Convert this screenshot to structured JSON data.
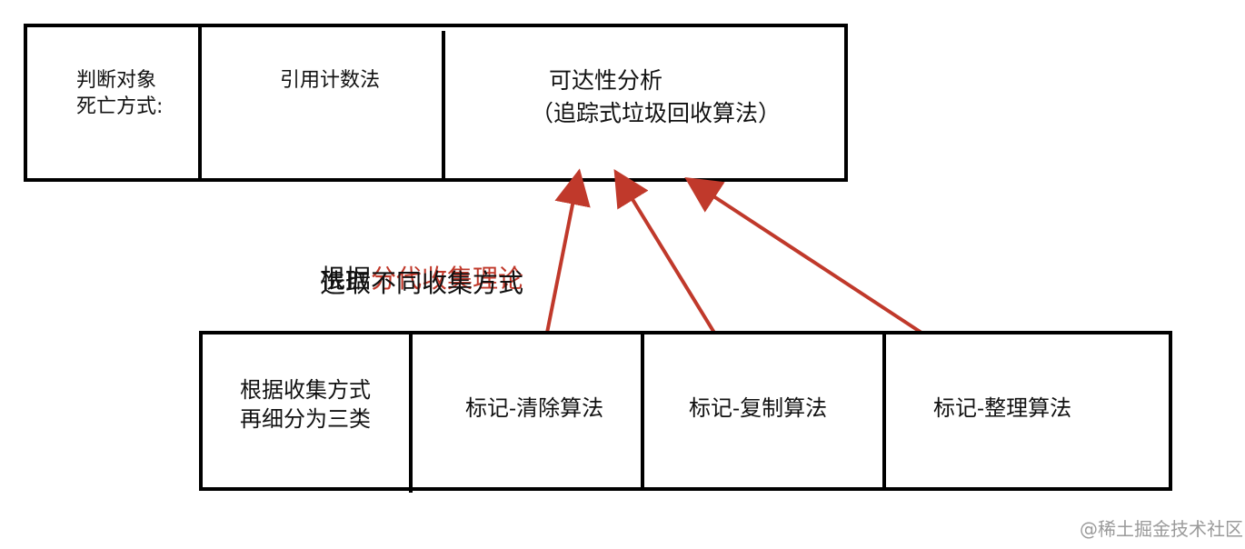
{
  "top_table": {
    "header_label": "判断对象\n死亡方式:",
    "col1_label": "引用计数法",
    "col2_label_line1": "可达性分析",
    "col2_label_line2": "（追踪式垃圾回收算法）"
  },
  "annotation": {
    "prefix": "根据",
    "highlight": "分代收集理论",
    "line2": "选取不同收集方式",
    "highlight_color": "#c0392b"
  },
  "bottom_table": {
    "header_label": "根据收集方式\n再细分为三类",
    "col1_label": "标记-清除算法",
    "col2_label": "标记-复制算法",
    "col3_label": "标记-整理算法"
  },
  "arrow_color": "#c0392b",
  "watermark": "@稀土掘金技术社区"
}
